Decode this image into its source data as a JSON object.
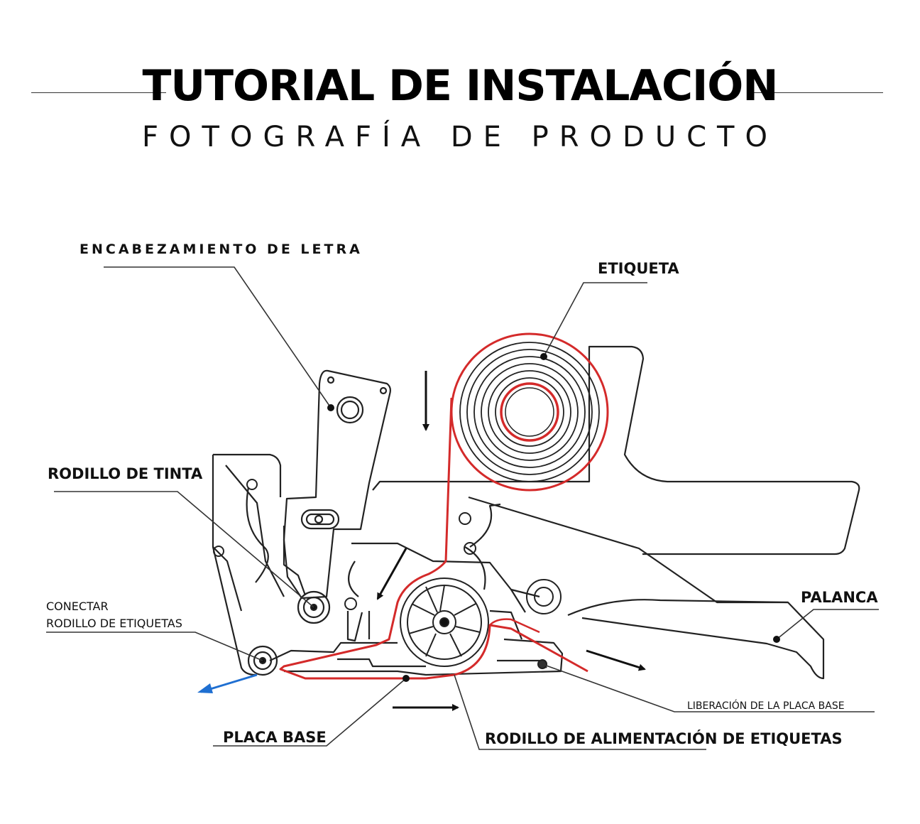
{
  "header": {
    "title": "TUTORIAL DE INSTALACIÓN",
    "subtitle": "FOTOGRAFÍA DE PRODUCTO"
  },
  "labels": {
    "type_head": "ENCABEZAMIENTO DE LETRA",
    "label": "ETIQUETA",
    "ink_roller": "RODILLO DE TINTA",
    "connect_line1": "CONECTAR",
    "connect_line2": "RODILLO DE ETIQUETAS",
    "lever": "PALANCA",
    "base_release": "LIBERACIÓN DE LA PLACA BASE",
    "base_plate": "PLACA BASE",
    "feed_roller": "RODILLO DE ALIMENTACIÓN DE ETIQUETAS"
  },
  "colors": {
    "label_path": "#d42a2a",
    "pull_arrow": "#1f6fd1",
    "linework": "#222222"
  }
}
